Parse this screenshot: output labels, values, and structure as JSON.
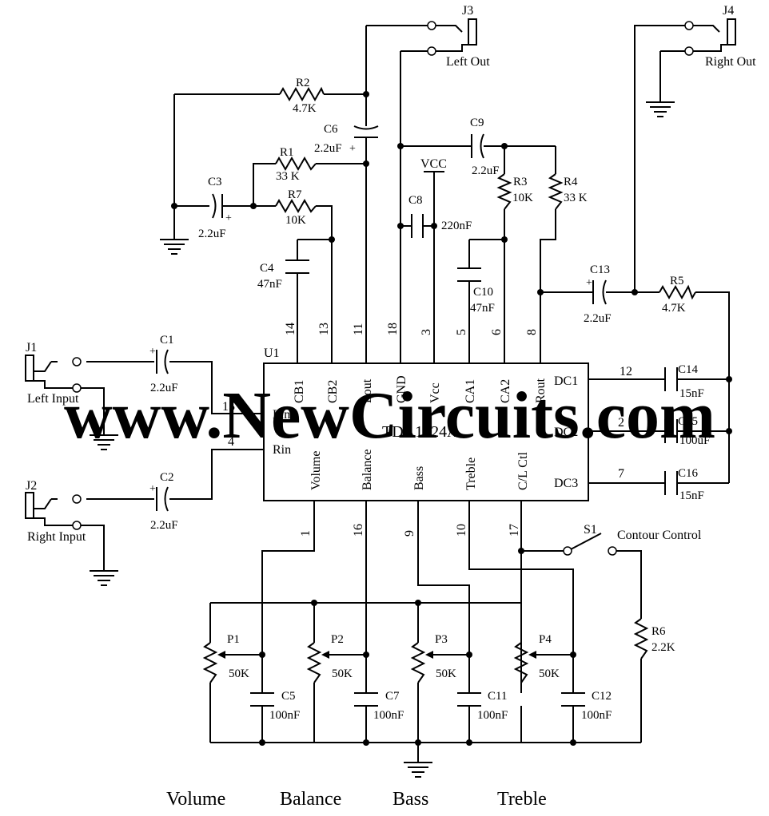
{
  "watermark": "www.NewCircuits.com",
  "ic": {
    "ref": "U1",
    "part": "TDA1524A",
    "top_pins": [
      {
        "num": "14",
        "name": "CB1"
      },
      {
        "num": "13",
        "name": "CB2"
      },
      {
        "num": "11",
        "name": "Lout"
      },
      {
        "num": "18",
        "name": "GND"
      },
      {
        "num": "3",
        "name": "Vcc"
      },
      {
        "num": "5",
        "name": "CA1"
      },
      {
        "num": "6",
        "name": "CA2"
      },
      {
        "num": "8",
        "name": "Rout"
      }
    ],
    "left_pins": [
      {
        "num": "15",
        "name": "Lin"
      },
      {
        "num": "4",
        "name": "Rin"
      }
    ],
    "right_pins": [
      {
        "num": "12",
        "name": "DC1"
      },
      {
        "num": "2",
        "name": "DC2"
      },
      {
        "num": "7",
        "name": "DC3"
      }
    ],
    "bottom_pins": [
      {
        "num": "1",
        "name": "Volume"
      },
      {
        "num": "16",
        "name": "Balance"
      },
      {
        "num": "9",
        "name": "Bass"
      },
      {
        "num": "10",
        "name": "Treble"
      },
      {
        "num": "17",
        "name": "C/L Ctl"
      }
    ]
  },
  "resistors": {
    "r1": {
      "ref": "R1",
      "value": "33 K"
    },
    "r2": {
      "ref": "R2",
      "value": "4.7K"
    },
    "r3": {
      "ref": "R3",
      "value": "10K"
    },
    "r4": {
      "ref": "R4",
      "value": "33 K"
    },
    "r5": {
      "ref": "R5",
      "value": "4.7K"
    },
    "r6": {
      "ref": "R6",
      "value": "2.2K"
    },
    "r7": {
      "ref": "R7",
      "value": "10K"
    }
  },
  "capacitors": {
    "c1": {
      "ref": "C1",
      "value": "2.2uF"
    },
    "c2": {
      "ref": "C2",
      "value": "2.2uF"
    },
    "c3": {
      "ref": "C3",
      "value": "2.2uF"
    },
    "c4": {
      "ref": "C4",
      "value": "47nF"
    },
    "c5": {
      "ref": "C5",
      "value": "100nF"
    },
    "c6": {
      "ref": "C6",
      "value": "2.2uF"
    },
    "c7": {
      "ref": "C7",
      "value": "100nF"
    },
    "c8": {
      "ref": "C8",
      "value": "220nF"
    },
    "c9": {
      "ref": "C9",
      "value": "2.2uF"
    },
    "c10": {
      "ref": "C10",
      "value": "47nF"
    },
    "c11": {
      "ref": "C11",
      "value": "100nF"
    },
    "c12": {
      "ref": "C12",
      "value": "100nF"
    },
    "c13": {
      "ref": "C13",
      "value": "2.2uF"
    },
    "c14": {
      "ref": "C14",
      "value": "15nF"
    },
    "c15": {
      "ref": "C15",
      "value": "100uF"
    },
    "c16": {
      "ref": "C16",
      "value": "15nF"
    }
  },
  "pots": {
    "p1": {
      "ref": "P1",
      "value": "50K"
    },
    "p2": {
      "ref": "P2",
      "value": "50K"
    },
    "p3": {
      "ref": "P3",
      "value": "50K"
    },
    "p4": {
      "ref": "P4",
      "value": "50K"
    }
  },
  "jacks": {
    "j1": {
      "ref": "J1",
      "label": "Left Input"
    },
    "j2": {
      "ref": "J2",
      "label": "Right Input"
    },
    "j3": {
      "ref": "J3",
      "label": "Left Out"
    },
    "j4": {
      "ref": "J4",
      "label": "Right Out"
    }
  },
  "switch": {
    "ref": "S1",
    "label": "Contour Control"
  },
  "supply": {
    "label": "VCC"
  },
  "plus_sign": "+",
  "bottom_labels": [
    "Volume",
    "Balance",
    "Bass",
    "Treble"
  ]
}
